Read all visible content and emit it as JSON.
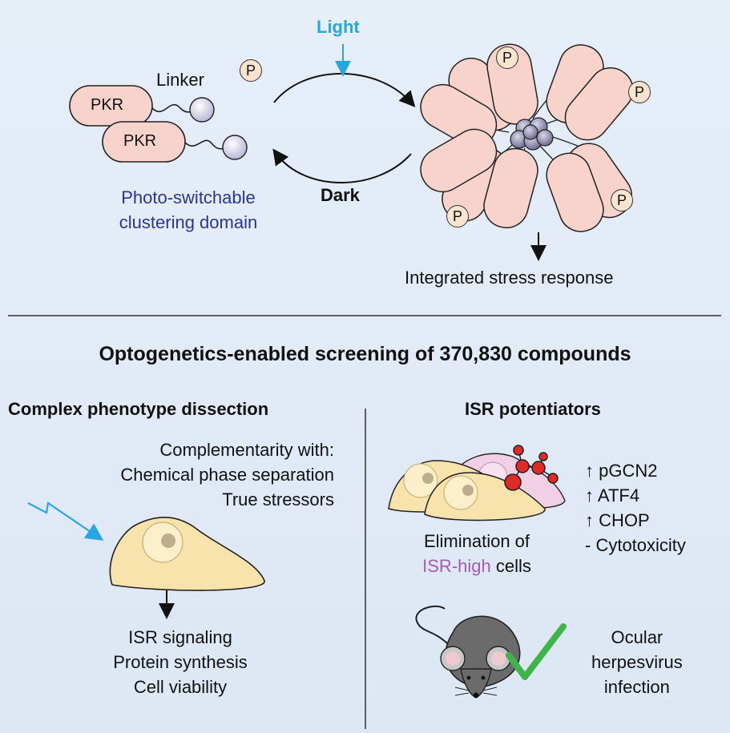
{
  "top": {
    "light_label": "Light",
    "dark_label": "Dark",
    "linker_label": "Linker",
    "pkr_label": "PKR",
    "phospho_label": "P",
    "domain_label_line1": "Photo-switchable",
    "domain_label_line2": "clustering domain",
    "isr_label": "Integrated stress response"
  },
  "heading": "Optogenetics-enabled screening of 370,830 compounds",
  "left_panel": {
    "title": "Complex phenotype dissection",
    "complementarity": [
      "Complementarity with:",
      "Chemical phase separation",
      "True stressors"
    ],
    "outcomes": [
      "ISR signaling",
      "Protein synthesis",
      "Cell viability"
    ]
  },
  "right_panel": {
    "title": "ISR potentiators",
    "elimination_prefix": "Elimination of",
    "isr_high": "ISR-high",
    "cells_suffix": " cells",
    "markers": [
      "↑ pGCN2",
      "↑ ATF4",
      "↑ CHOP",
      "- Cytotoxicity"
    ],
    "ocular": [
      "Ocular",
      "herpesvirus",
      "infection"
    ]
  },
  "colors": {
    "light_blue": "#27a6df",
    "domain_text": "#2c3591",
    "pkr_fill": "#f7d3cc",
    "cell_fill": "#f9e3ad",
    "isr_high": "#a55db0",
    "molecule_red": "#e02a27",
    "check_green": "#3fb549"
  }
}
